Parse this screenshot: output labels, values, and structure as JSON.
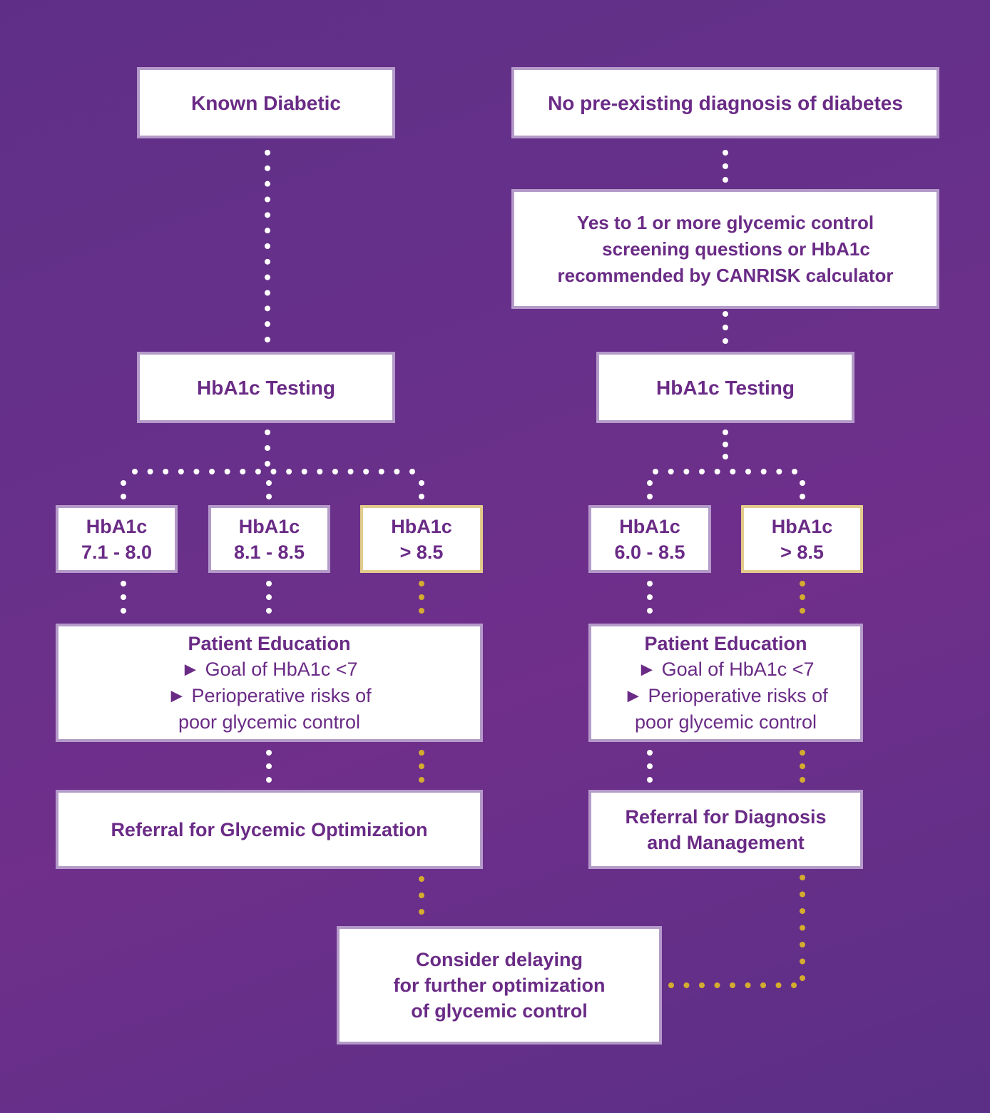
{
  "colors": {
    "background": "#64308a",
    "box_fill": "#ffffff",
    "box_border": "#b49ac9",
    "highlight_border": "#e3cc8b",
    "text": "#6a2b86",
    "connector_default": "#ffffff",
    "connector_highlight": "#d4ac2f"
  },
  "left_branch": {
    "start": "Known Diabetic",
    "testing": "HbA1c Testing",
    "ranges": [
      {
        "label": "HbA1c",
        "value": "7.1 - 8.0",
        "highlight": false
      },
      {
        "label": "HbA1c",
        "value": "8.1 - 8.5",
        "highlight": false
      },
      {
        "label": "HbA1c",
        "value": "> 8.5",
        "highlight": true
      }
    ],
    "education": {
      "title": "Patient Education",
      "bullet_1": "► Goal of HbA1c <7",
      "bullet_2": "► Perioperative risks of",
      "bullet_2_cont": "poor glycemic control"
    },
    "referral": "Referral for Glycemic Optimization"
  },
  "right_branch": {
    "start": "No pre-existing diagnosis of diabetes",
    "screening": {
      "line_1": "Yes to 1 or more glycemic control",
      "line_2": "screening questions or HbA1c",
      "line_3": "recommended by CANRISK calculator"
    },
    "testing": "HbA1c Testing",
    "ranges": [
      {
        "label": "HbA1c",
        "value": "6.0 - 8.5",
        "highlight": false
      },
      {
        "label": "HbA1c",
        "value": "> 8.5",
        "highlight": true
      }
    ],
    "education": {
      "title": "Patient Education",
      "bullet_1": "► Goal of HbA1c <7",
      "bullet_2": "► Perioperative risks of",
      "bullet_2_cont": "poor glycemic control"
    },
    "referral": {
      "line_1": "Referral for Diagnosis",
      "line_2": "and Management"
    }
  },
  "outcome": {
    "line_1": "Consider delaying",
    "line_2": "for further optimization",
    "line_3": "of glycemic control"
  }
}
